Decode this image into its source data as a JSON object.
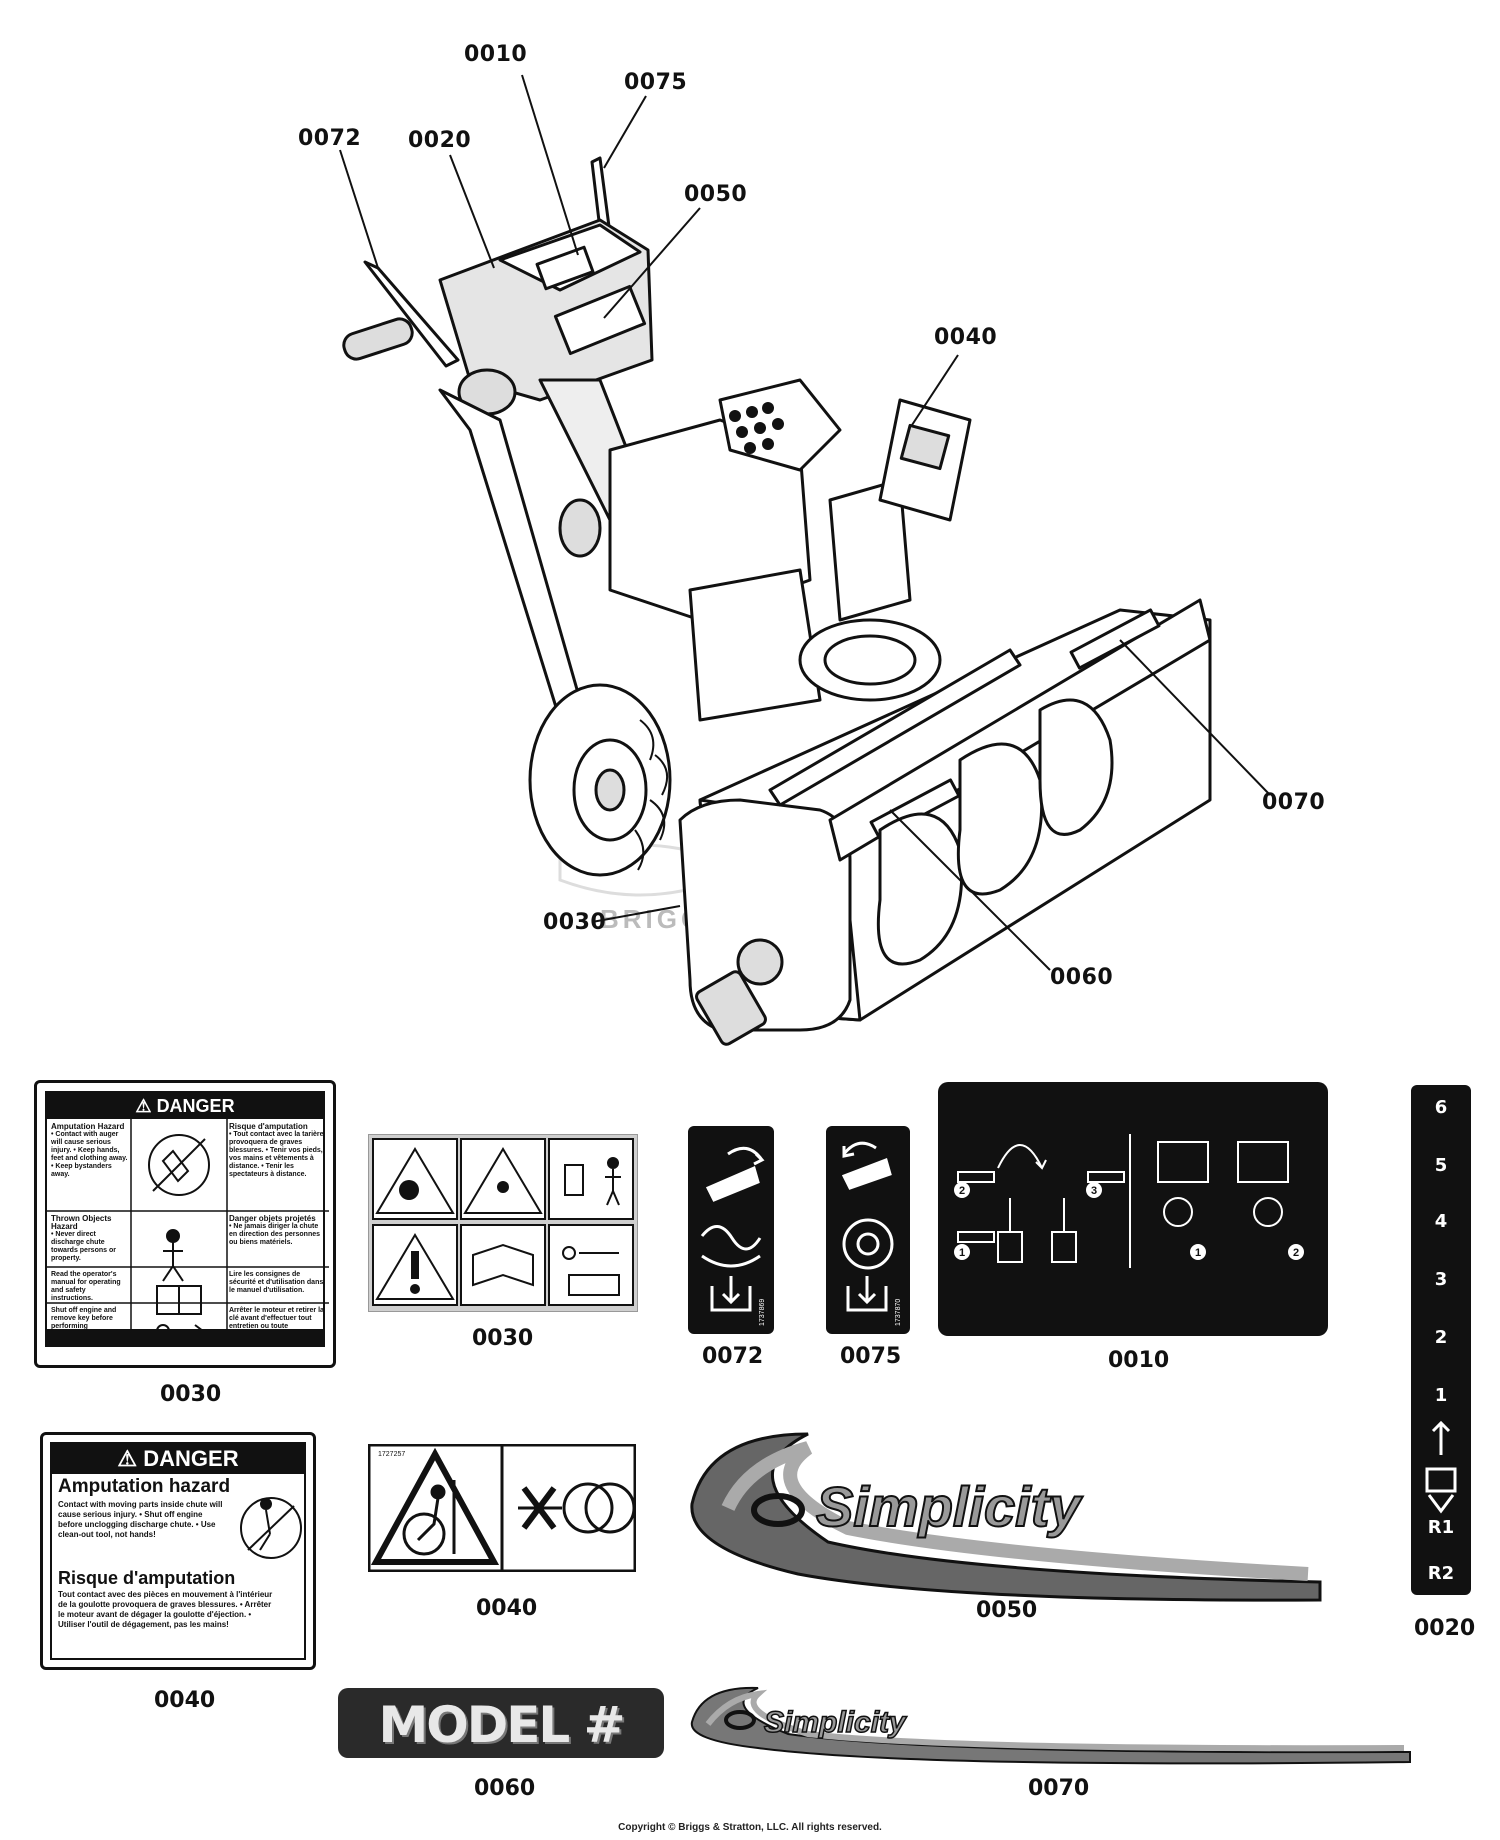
{
  "callouts": {
    "c0010": "0010",
    "c0075": "0075",
    "c0072": "0072",
    "c0020": "0020",
    "c0050": "0050",
    "c0040": "0040",
    "c0070": "0070",
    "c0030": "0030",
    "c0060": "0060"
  },
  "captions": {
    "d0030a": "0030",
    "d0030b": "0030",
    "d0072": "0072",
    "d0075": "0075",
    "d0010": "0010",
    "d0020": "0020",
    "d0040a": "0040",
    "d0040b": "0040",
    "d0050": "0050",
    "d0060": "0060",
    "d0070": "0070"
  },
  "watermark": "BRIGGS & STRATTON",
  "decal_0030_danger": {
    "header": "DANGER",
    "amputation_en_title": "Amputation Hazard",
    "amputation_en_text": "• Contact with auger will cause serious injury. • Keep hands, feet and clothing away. • Keep bystanders away.",
    "amputation_fr_title": "Risque d'amputation",
    "amputation_fr_text": "• Tout contact avec la tarière provoquera de graves blessures. • Tenir vos pieds, vos mains et vêtements à distance. • Tenir les spectateurs à distance.",
    "thrown_en_title": "Thrown Objects Hazard",
    "thrown_en_text": "• Never direct discharge chute towards persons or property.",
    "thrown_fr_title": "Danger objets projetés",
    "thrown_fr_text": "• Ne jamais diriger la chute en direction des personnes ou biens matériels.",
    "read_en": "Read the operator's manual for operating and safety instructions.",
    "read_fr": "Lire les consignes de sécurité et d'utilisation dans le manuel d'utilisation.",
    "shutoff_en": "Shut off engine and remove key before performing maintenance or repair work.",
    "shutoff_fr": "Arrêter le moteur et retirer la clé avant d'effectuer tout entretien ou toute réparation."
  },
  "decal_0040_danger": {
    "header": "DANGER",
    "title_en": "Amputation hazard",
    "text_en": "Contact with moving parts inside chute will cause serious injury. • Shut off engine before unclogging discharge chute. • Use clean-out tool, not hands!",
    "title_fr": "Risque d'amputation",
    "text_fr": "Tout contact avec des pièces en mouvement à l'intérieur de la goulotte provoquera de graves blessures. • Arrêter le moteur avant de dégager la goulotte d'éjection. • Utiliser l'outil de dégagement, pas les mains!"
  },
  "decal_0060_text": "MODEL #",
  "decal_0050_brand": "Simplicity",
  "decal_0070_brand": "Simplicity",
  "decal_0020_numbers": [
    "6",
    "5",
    "4",
    "3",
    "2",
    "1",
    "R1",
    "R2"
  ],
  "decal_0010_steps": [
    "2",
    "3",
    "1",
    "1",
    "2"
  ],
  "copyright": "Copyright © Briggs & Stratton, LLC. All rights reserved."
}
